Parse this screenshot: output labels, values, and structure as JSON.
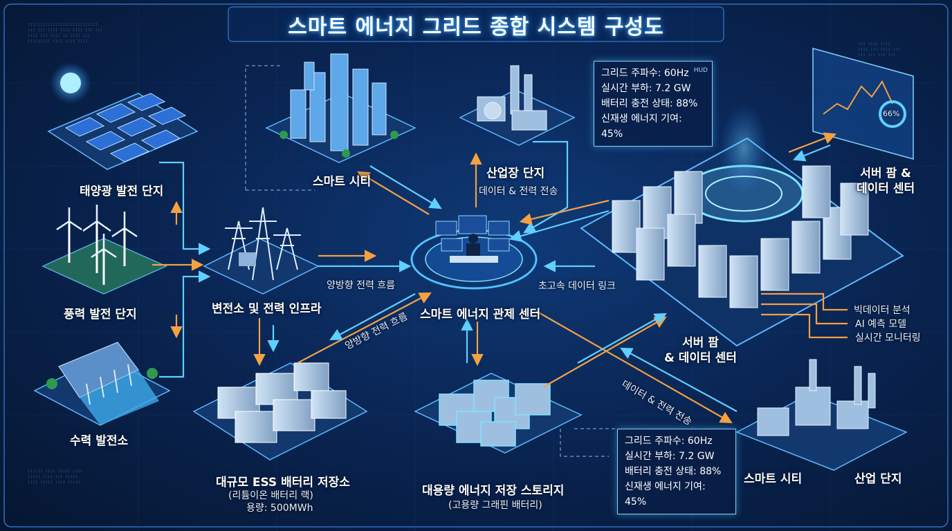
{
  "title": "스마트 에너지 그리드 종합 시스템 구성도",
  "nodes": {
    "solar": "태양광 발전 단지",
    "wind": "풍력 발전 단지",
    "hydro": "수력 발전소",
    "substation": "변전소 및 전력 인프라",
    "city_top": "스마트 시티",
    "factory_top": "산업장 단지",
    "control": "스마트 에너지 관제 센터",
    "server_top": "서버 팜 &\n데이터 센터",
    "server_mid": "서버 팜\n& 데이터 센터",
    "ess": "대규모 ESS 배터리 저장소",
    "ess_sub1": "(리튬이온 배터리 랙)",
    "ess_sub2": "용량: 500MWh",
    "storage": "대용량 에너지 저장 스토리지",
    "storage_sub": "(고용량 그래핀 배터리)",
    "city_bottom": "스마트 시티",
    "factory_bottom": "산업 단지"
  },
  "links": {
    "data_power_top": "데이터 & 전력 전송",
    "bidirectional": "양방향 전력 흐름",
    "bidirectional_diag": "양방향 전력 흐름",
    "high_speed": "초고속 데이터 링크",
    "data_power_diag": "데이터 & 전력 전송"
  },
  "analytics": [
    "빅데이터 분석",
    "AI 예측 모델",
    "실시간 모니터링"
  ],
  "hud_top": {
    "tag": "HUD",
    "lines": [
      "그리드 주파수: 60Hz",
      "실시간 부하: 7.2 GW",
      "배터리 충전 상태: 88%",
      "신재생 에너지 기여: 45%"
    ]
  },
  "hud_bottom": {
    "lines": [
      "그리드 주파수: 60Hz",
      "실시간 부하: 7.2 GW",
      "배터리 충전 상태: 88%",
      "신재생 에너지 기여: 45%"
    ]
  },
  "dashboard_gauge": "66%",
  "colors": {
    "accent": "#4fc3ff",
    "orange": "#f5a142",
    "bg": "#0a2655"
  }
}
